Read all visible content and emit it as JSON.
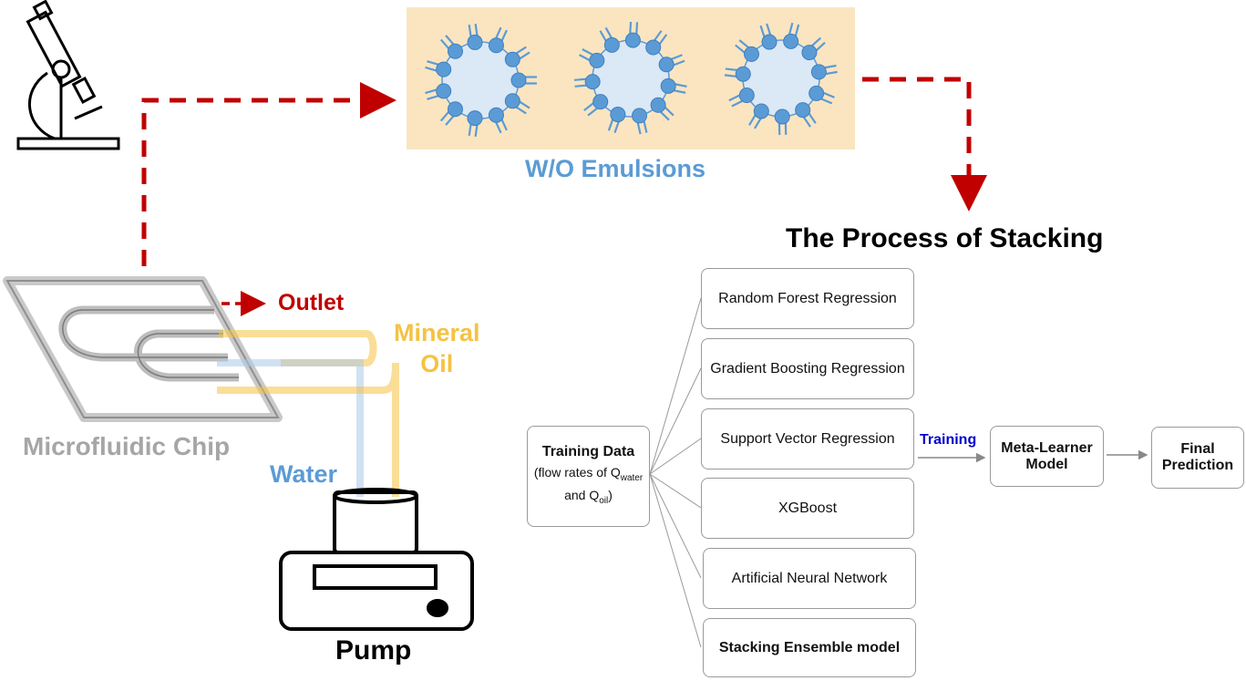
{
  "titles": {
    "emulsions": "W/O Emulsions",
    "stacking": "The Process of Stacking"
  },
  "labels": {
    "outlet": "Outlet",
    "mineral": "Mineral",
    "oil": "Oil",
    "chip": "Microfluidic Chip",
    "water": "Water",
    "pump": "Pump",
    "training": "Training"
  },
  "training_data": {
    "title": "Training Data",
    "line1_prefix": "(flow rates of Q",
    "line1_sub": "water",
    "line2_prefix": "and Q",
    "line2_sub": "oil",
    "line2_suffix": ")"
  },
  "models": [
    "Random Forest Regression",
    "Gradient Boosting Regression",
    "Support Vector Regression",
    "XGBoost",
    "Artificial Neural Network",
    "Stacking Ensemble model"
  ],
  "meta_learner": "Meta-Learner Model",
  "final_prediction": "Final Prediction",
  "colors": {
    "arrow": "#c00000",
    "emulsion_bg": "#fbe5c0",
    "droplet": "#dbe8f5",
    "surfactant": "#5b9bd5",
    "oil": "#f5c242",
    "water": "#5b9bd5",
    "chip": "#a6a6a6"
  },
  "icons": [
    "microscope-icon",
    "pump-icon",
    "microfluidic-chip-icon"
  ]
}
